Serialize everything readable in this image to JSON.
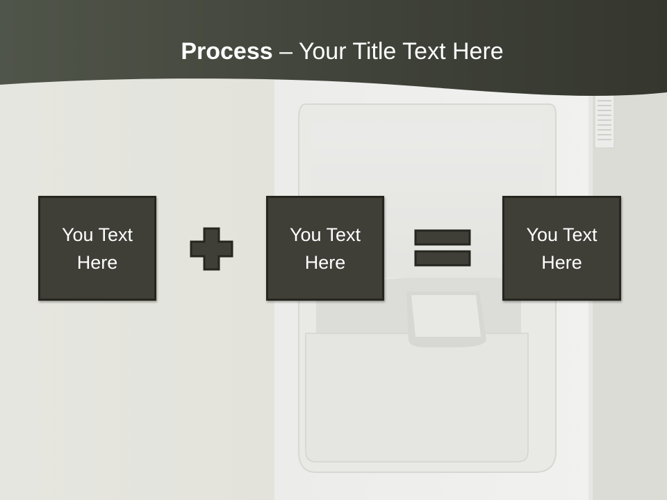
{
  "slide": {
    "title_bold": "Process",
    "title_rest": " – Your Title Text Here",
    "boxes": [
      {
        "text": "You Text Here"
      },
      {
        "text": "You Text Here"
      },
      {
        "text": "You Text Here"
      }
    ],
    "operators": [
      "plus-icon",
      "equals-icon"
    ],
    "colors": {
      "header": "#3c3d33",
      "box_fill": "#3f3f38",
      "box_border": "#26261f",
      "background": "#e7e7e1"
    }
  }
}
